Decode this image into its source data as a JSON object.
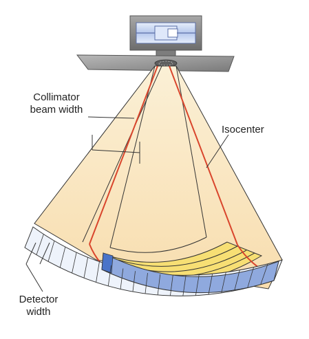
{
  "labels": {
    "collimator_line1": "Collimator",
    "collimator_line2": "beam width",
    "isocenter": "Isocenter",
    "detector_line1": "Detector",
    "detector_line2": "width"
  },
  "colors": {
    "beam_fill": "#fbe3b6",
    "beam_stroke": "#333333",
    "central_ray": "#d9452c",
    "detector_blue": "#4a74c9",
    "detector_light": "#eef3fb",
    "isocenter_band": "#f7df74",
    "housing": "#8a8a8a",
    "collimator_plate": "#9c9c9c"
  }
}
